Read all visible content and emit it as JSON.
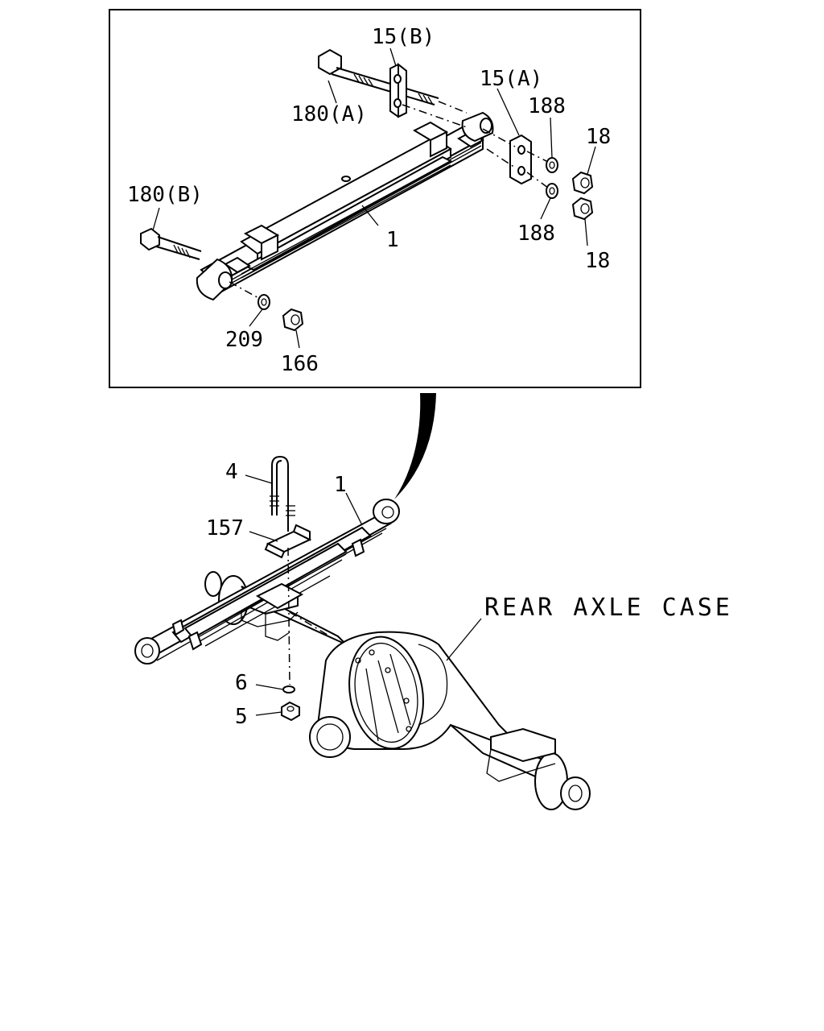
{
  "detail_labels": {
    "bracket_b": "15(B)",
    "bracket_a": "15(A)",
    "bolt_a": "180(A)",
    "bolt_b": "180(B)",
    "washer_top": "188",
    "washer_bottom": "188",
    "nut_top": "18",
    "nut_bottom": "18",
    "leaf_spring": "1",
    "washer_209": "209",
    "nut_166": "166"
  },
  "main_labels": {
    "u_bolt": "4",
    "leaf_spring": "1",
    "spring_seat": "157",
    "washer": "6",
    "nut": "5",
    "axle_case": "REAR AXLE CASE"
  }
}
